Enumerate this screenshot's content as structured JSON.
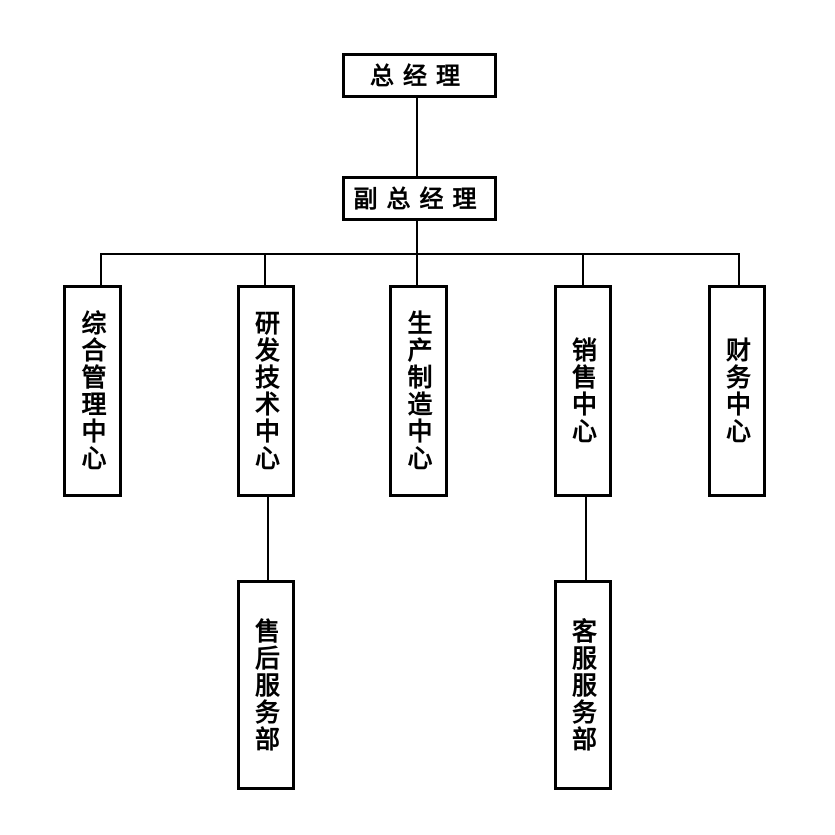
{
  "org_chart": {
    "type": "org-chart",
    "colors": {
      "background": "#ffffff",
      "line": "#000000",
      "box_border": "#000000",
      "box_fill": "#ffffff",
      "text": "#000000"
    },
    "root": {
      "label": "总经理"
    },
    "deputy": {
      "label": "副总经理"
    },
    "departments": [
      {
        "label": "综合管理中心",
        "children": []
      },
      {
        "label": "研发技术中心",
        "children": [
          {
            "label": "售后服务部"
          }
        ]
      },
      {
        "label": "生产制造中心",
        "children": []
      },
      {
        "label": "销售中心",
        "children": [
          {
            "label": "客服服务部"
          }
        ]
      },
      {
        "label": "财务中心",
        "children": []
      }
    ]
  }
}
